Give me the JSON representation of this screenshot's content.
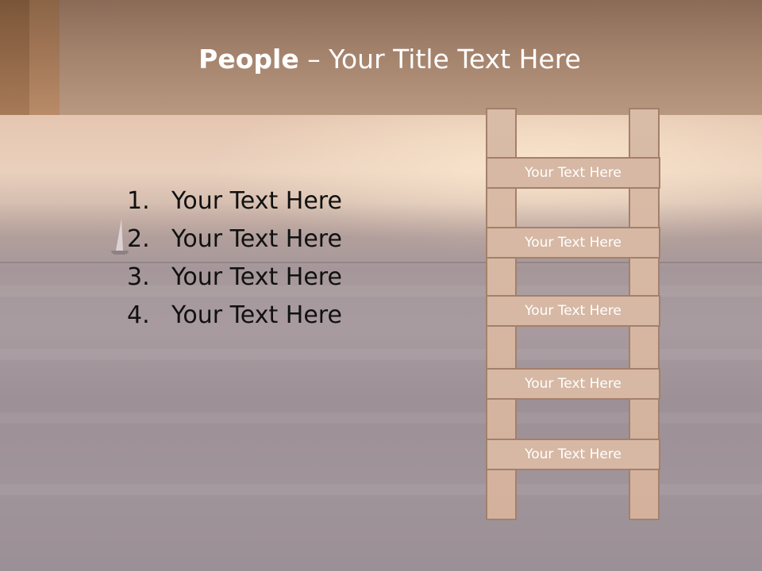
{
  "slide": {
    "title_bold": "People",
    "title_rest": " – Your Title Text Here",
    "list": [
      {
        "num": "1.",
        "text": "Your Text Here"
      },
      {
        "num": "2.",
        "text": "Your Text Here"
      },
      {
        "num": "3.",
        "text": "Your Text Here"
      },
      {
        "num": "4.",
        "text": "Your Text Here"
      }
    ],
    "ladder": [
      {
        "label": "Your Text Here"
      },
      {
        "label": "Your Text Here"
      },
      {
        "label": "Your Text Here"
      },
      {
        "label": "Your Text Here"
      },
      {
        "label": "Your Text Here"
      }
    ],
    "colors": {
      "header": "#a3826c",
      "ladder_fill": "#d6b8a4",
      "ladder_border": "#a4806b"
    }
  }
}
